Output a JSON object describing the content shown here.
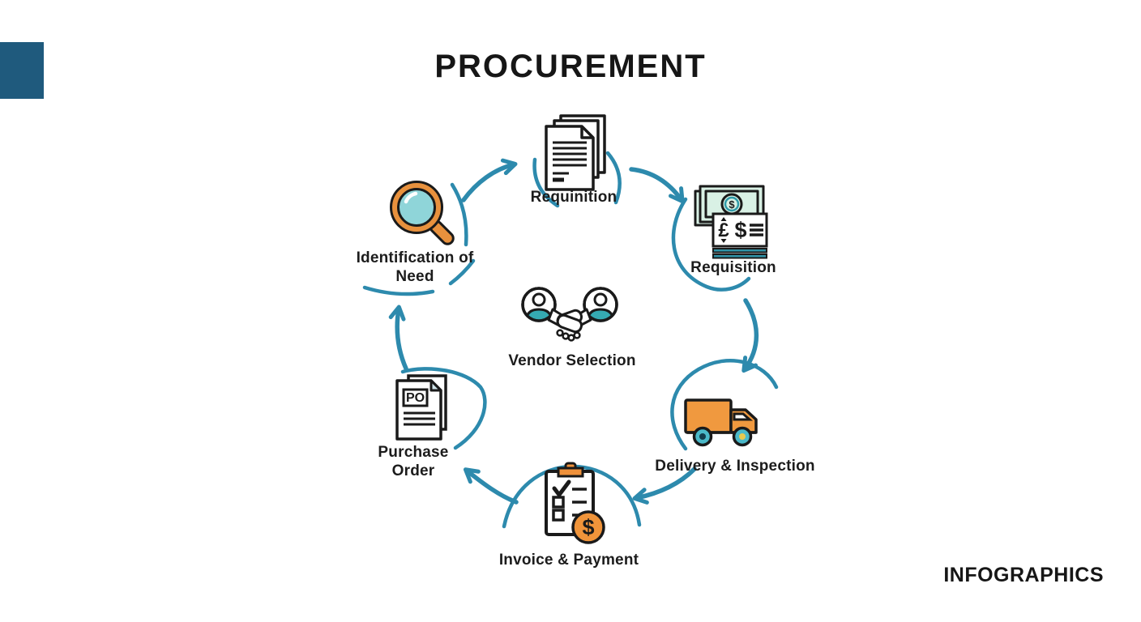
{
  "page": {
    "title": "PROCUREMENT",
    "watermark": "INFOGRAPHICS"
  },
  "colors": {
    "arrow_teal": "#2d8aad",
    "icon_orange": "#ef933b",
    "icon_teal": "#35aab2",
    "lens_teal": "#8fd5d9",
    "note_mint": "#d9f1e5",
    "corner_square_blue": "#1f5a7d",
    "outline_black": "#1a1a1a"
  },
  "center": {
    "label": "Vendor Selection",
    "icon": "handshake-icon"
  },
  "steps": [
    {
      "label": "Requinition",
      "icon": "documents-icon",
      "position": "top"
    },
    {
      "label": "Requisition",
      "icon": "money-icon",
      "position": "right"
    },
    {
      "label": "Delivery & Inspection",
      "icon": "delivery-truck-icon",
      "position": "bottom-right"
    },
    {
      "label": "Invoice & Payment",
      "icon": "invoice-checklist-icon",
      "position": "bottom"
    },
    {
      "label": "Purchase Order",
      "icon": "purchase-order-icon",
      "position": "left"
    },
    {
      "label": "Identification of Need",
      "icon": "magnifier-icon",
      "position": "top-left"
    }
  ]
}
